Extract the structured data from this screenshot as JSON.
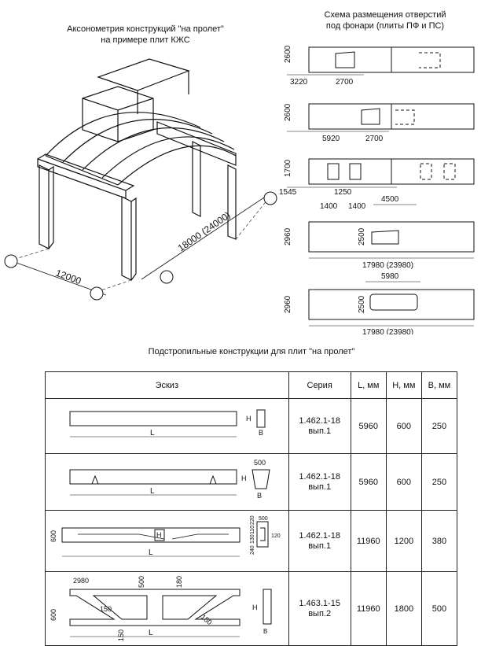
{
  "axon": {
    "title_line1": "Аксонометрия конструкций \"на пролет\"",
    "title_line2": "на примере плит КЖС",
    "dim_span": "12000",
    "dim_length": "18000 (24000)"
  },
  "openings": {
    "title_line1": "Схема размещения отверстий",
    "title_line2": "под фонари (плиты ПФ и ПС)",
    "slabs": [
      {
        "height_dim": "2600",
        "dims": [
          "3220",
          "2700"
        ]
      },
      {
        "height_dim": "2600",
        "dims": [
          "5920",
          "2700"
        ]
      },
      {
        "height_dim": "1700",
        "dims": [
          "1545",
          "1250",
          "1400",
          "1400",
          "4500"
        ]
      },
      {
        "height_dim": "2960",
        "inner_dim": "2500",
        "length": "17980 (23980)"
      },
      {
        "height_dim": "2960",
        "inner_dim": "2500",
        "top_dim": "5980",
        "length": "17980 (23980)"
      }
    ]
  },
  "table_title": "Подстропильные конструкции для плит \"на пролет\"",
  "table": {
    "headers": [
      "Эскиз",
      "Серия",
      "L, мм",
      "H, мм",
      "B, мм"
    ],
    "rows": [
      {
        "series_1": "1.462.1-18",
        "series_2": "вып.1",
        "L": "5960",
        "H": "600",
        "B": "250",
        "sketch_labels": {
          "L": "L",
          "H": "H",
          "B": "B"
        }
      },
      {
        "series_1": "1.462.1-18",
        "series_2": "вып.1",
        "L": "5960",
        "H": "600",
        "B": "250",
        "sketch_labels": {
          "L": "L",
          "H": "H",
          "B": "B",
          "top": "500"
        }
      },
      {
        "series_1": "1.462.1-18",
        "series_2": "вып.1",
        "L": "11960",
        "H": "1200",
        "B": "380",
        "sketch_labels": {
          "L": "L",
          "H": "H",
          "left": "600",
          "d1": "220",
          "d2": "110",
          "d3": "130",
          "d4": "240",
          "d5": "500",
          "d6": "120"
        }
      },
      {
        "series_1": "1.463.1-15",
        "series_2": "вып.2",
        "L": "11960",
        "H": "1800",
        "B": "500",
        "sketch_labels": {
          "L": "L",
          "H": "H",
          "B": "B",
          "left": "600",
          "p1": "2980",
          "p2": "500",
          "p3": "180",
          "p4": "150",
          "p5": "150",
          "p6": "150"
        }
      }
    ]
  }
}
